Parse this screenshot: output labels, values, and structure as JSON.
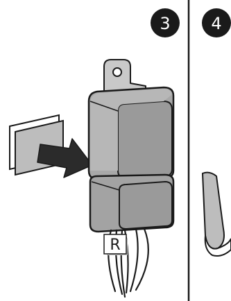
{
  "steps": [
    {
      "number": "3"
    },
    {
      "number": "4"
    }
  ],
  "reference_label": "R",
  "colors": {
    "badge": "#1a1a1a",
    "relay_fill": "#9a9a9a",
    "relay_shade": "#b7b7b7",
    "relay_dark": "#7f7f7f",
    "bracket": "#c9c9c9",
    "arrow": "#2b2b2b",
    "outline": "#1a1a1a",
    "paper": "#bdbdbd",
    "label_shadow": "#c4c4c4"
  }
}
